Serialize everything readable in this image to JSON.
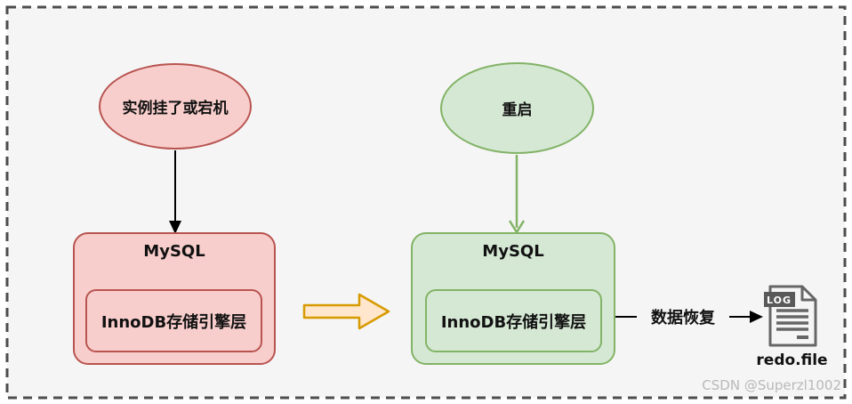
{
  "diagram": {
    "crash_flow": {
      "event": "实例挂了或宕机",
      "box_title": "MySQL",
      "engine_label": "InnoDB存储引擎层"
    },
    "restart_flow": {
      "event": "重启",
      "box_title": "MySQL",
      "engine_label": "InnoDB存储引擎层"
    },
    "recovery": {
      "arrow_label": "数据恢复",
      "file_badge": "LOG",
      "file_name": "redo.file"
    },
    "watermark": "CSDN @Superzl1002",
    "colors": {
      "crash_fill": "#f8cecc",
      "crash_border": "#b85450",
      "restart_fill": "#d5e8d4",
      "restart_border": "#82b366",
      "transition_fill": "#ffe6cc",
      "transition_border": "#d79b00",
      "canvas_bg": "#f5f5f5",
      "frame_dash": "#4d4d4d",
      "icon_gray": "#666666",
      "watermark_gray": "#b9b9b9"
    }
  }
}
